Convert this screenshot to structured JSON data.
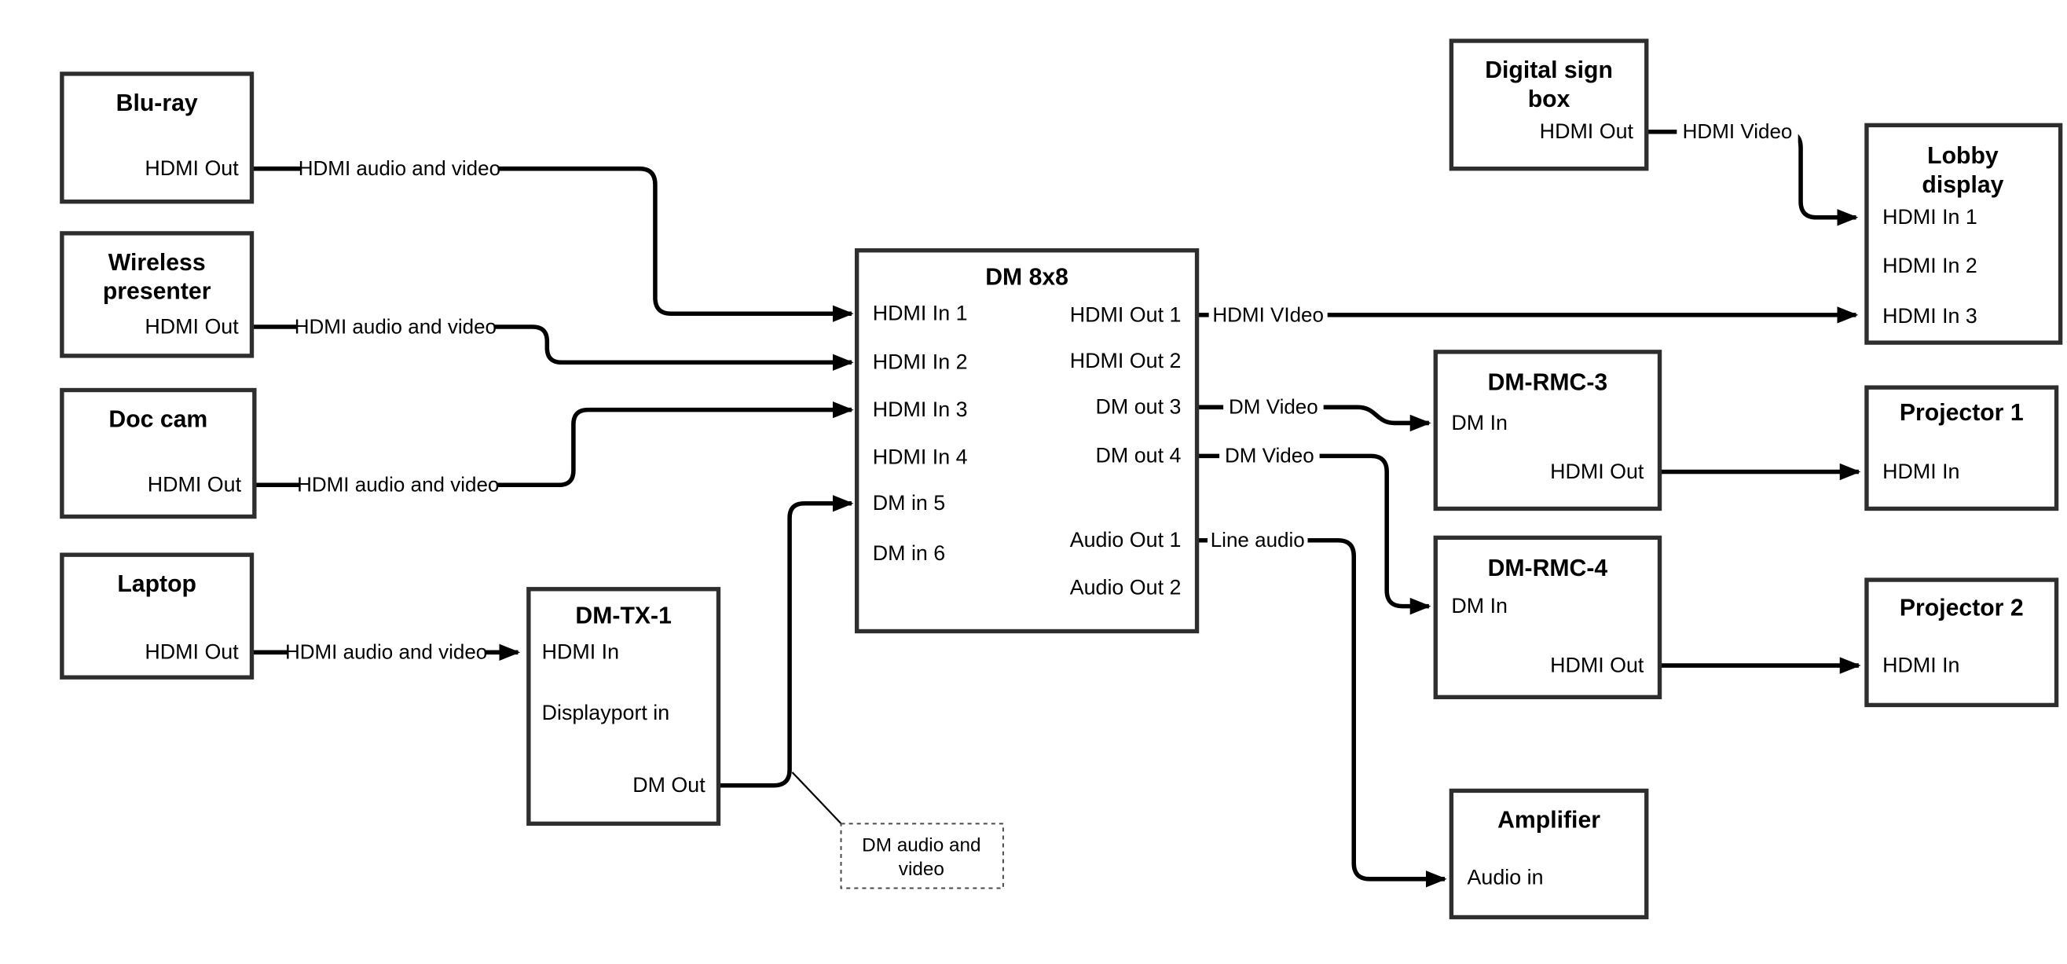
{
  "diagram_type": "av-signal-flow",
  "colors": {
    "background": "#ffffff",
    "box_border": "#2e2e2e",
    "wire": "#000000",
    "text": "#000000"
  },
  "nodes": {
    "bluray": {
      "title": "Blu-ray",
      "port_hdmi_out": "HDMI Out"
    },
    "wireless_presenter": {
      "title_line1": "Wireless",
      "title_line2": "presenter",
      "port_hdmi_out": "HDMI Out"
    },
    "doc_cam": {
      "title": "Doc cam",
      "port_hdmi_out": "HDMI Out"
    },
    "laptop": {
      "title": "Laptop",
      "port_hdmi_out": "HDMI Out"
    },
    "dm_tx_1": {
      "title": "DM-TX-1",
      "port_hdmi_in": "HDMI In",
      "port_displayport_in": "Displayport in",
      "port_dm_out": "DM Out"
    },
    "dm_8x8": {
      "title": "DM 8x8",
      "inputs": [
        "HDMI In 1",
        "HDMI In 2",
        "HDMI In 3",
        "HDMI In 4",
        "DM in 5",
        "DM in 6"
      ],
      "outputs": [
        "HDMI Out 1",
        "HDMI Out 2",
        "DM out 3",
        "DM out 4",
        "Audio Out 1",
        "Audio Out 2"
      ]
    },
    "digital_sign_box": {
      "title_line1": "Digital sign",
      "title_line2": "box",
      "port_hdmi_out": "HDMI Out"
    },
    "lobby_display": {
      "title_line1": "Lobby",
      "title_line2": "display",
      "inputs": [
        "HDMI In 1",
        "HDMI In 2",
        "HDMI In 3"
      ]
    },
    "dm_rmc_3": {
      "title": "DM-RMC-3",
      "port_dm_in": "DM In",
      "port_hdmi_out": "HDMI Out"
    },
    "projector_1": {
      "title": "Projector 1",
      "port_hdmi_in": "HDMI In"
    },
    "dm_rmc_4": {
      "title": "DM-RMC-4",
      "port_dm_in": "DM In",
      "port_hdmi_out": "HDMI Out"
    },
    "projector_2": {
      "title": "Projector 2",
      "port_hdmi_in": "HDMI In"
    },
    "amplifier": {
      "title": "Amplifier",
      "port_audio_in": "Audio in"
    }
  },
  "edges": {
    "bluray_to_dm8x8": {
      "label": "HDMI audio and video"
    },
    "wireless_to_dm8x8": {
      "label": "HDMI audio and video"
    },
    "doccam_to_dm8x8": {
      "label": "HDMI audio and video"
    },
    "laptop_to_dmtx1": {
      "label": "HDMI audio and video"
    },
    "dmtx1_to_dm8x8": {
      "note_line1": "DM audio and",
      "note_line2": "video"
    },
    "dm8x8_to_lobby": {
      "label": "HDMI VIdeo"
    },
    "digitalsign_to_lobby": {
      "label": "HDMI Video"
    },
    "dm8x8_to_dmrmc3": {
      "label": "DM Video"
    },
    "dm8x8_to_dmrmc4": {
      "label": "DM Video"
    },
    "dm8x8_to_amplifier": {
      "label": "Line audio"
    }
  }
}
